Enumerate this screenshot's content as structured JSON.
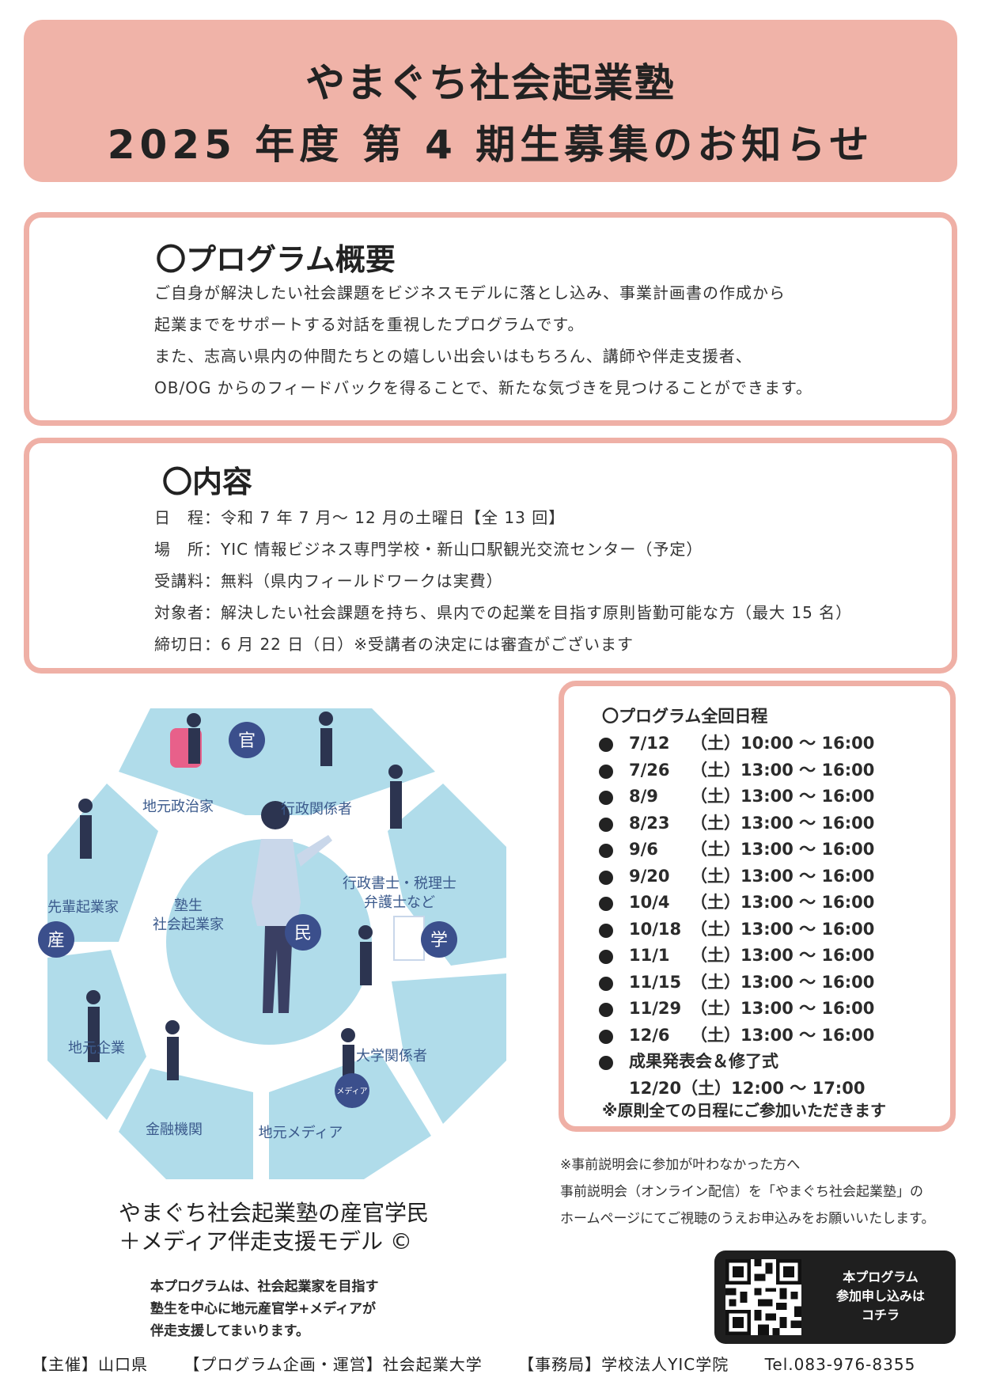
{
  "header": {
    "line1": "やまぐち社会起業塾",
    "line2": "2025 年度 第 4 期生募集のお知らせ"
  },
  "overview": {
    "title": "〇プログラム概要",
    "lines": [
      "ご自身が解決したい社会課題をビジネスモデルに落とし込み、事業計画書の作成から",
      "起業までをサポートする対話を重視したプログラムです。",
      "また、志高い県内の仲間たちとの嬉しい出会いはもちろん、講師や伴走支援者、",
      "OB/OG からのフィードバックを得ることで、新たな気づきを見つけることができます。"
    ]
  },
  "content": {
    "title": "〇内容",
    "lines": [
      "日　程：令和 7 年 7 月～ 12 月の土曜日【全 13 回】",
      "場　所：YIC 情報ビジネス専門学校・新山口駅観光交流センター（予定）",
      "受講料：無料（県内フィールドワークは実費）",
      "対象者：解決したい社会課題を持ち、県内での起業を目指す原則皆勤可能な方（最大 15 名）",
      "締切日：6 月 22 日（日）※受講者の決定には審査がございます"
    ]
  },
  "schedule": {
    "title": "〇プログラム全回日程",
    "items": [
      {
        "date": "7/12",
        "time": "（土）10:00 ～ 16:00"
      },
      {
        "date": "7/26",
        "time": "（土）13:00 ～ 16:00"
      },
      {
        "date": "8/9",
        "time": "（土）13:00 ～ 16:00"
      },
      {
        "date": "8/23",
        "time": "（土）13:00 ～ 16:00"
      },
      {
        "date": "9/6",
        "time": "（土）13:00 ～ 16:00"
      },
      {
        "date": "9/20",
        "time": "（土）13:00 ～ 16:00"
      },
      {
        "date": "10/4",
        "time": "（土）13:00 ～ 16:00"
      },
      {
        "date": "10/18",
        "time": "（土）13:00 ～ 16:00"
      },
      {
        "date": "11/1",
        "time": "（土）13:00 ～ 16:00"
      },
      {
        "date": "11/15",
        "time": "（土）13:00 ～ 16:00"
      },
      {
        "date": "11/29",
        "time": "（土）13:00 ～ 16:00"
      },
      {
        "date": "12/6",
        "time": "（土）13:00 ～ 16:00"
      }
    ],
    "final_label": "成果発表会＆修了式",
    "final_time": "12/20（土）12:00 ～ 17:00",
    "note": "※原則全ての日程にご参加いただきます"
  },
  "diagram": {
    "center_label_1": "塾生",
    "center_label_2": "社会起業家",
    "center_badge": "民",
    "badge_kan": "官",
    "badge_gaku": "学",
    "badge_san": "産",
    "badge_media": "メディア",
    "seg_politician": "地元政治家",
    "seg_admin": "行政関係者",
    "seg_lawyer_1": "行政書士・税理士",
    "seg_lawyer_2": "弁護士など",
    "seg_university": "大学関係者",
    "seg_media": "地元メディア",
    "seg_finance": "金融機関",
    "seg_company": "地元企業",
    "seg_senior": "先輩起業家",
    "colors": {
      "segment": "#b0dcea",
      "badge": "#3b4f8c",
      "label": "#3b5a8c"
    }
  },
  "model": {
    "title_1": "やまぐち社会起業塾の産官学民",
    "title_2": "＋メディア伴走支援モデル ©",
    "desc_1": "本プログラムは、社会起業家を目指す",
    "desc_2": "塾生を中心に地元産官学+メディアが",
    "desc_3": "伴走支援してまいります。"
  },
  "prenote": {
    "line1": "※事前説明会に参加が叶わなかった方へ",
    "line2": "事前説明会（オンライン配信）を「やまぐち社会起業塾」の",
    "line3": "ホームページにてご視聴のうえお申込みをお願いいたします。"
  },
  "apply": {
    "line1": "本プログラム",
    "line2": "参加申し込みは",
    "line3": "コチラ"
  },
  "footer": {
    "host": "【主催】山口県",
    "planner": "【プログラム企画・運営】社会起業大学",
    "office": "【事務局】学校法人YIC学院",
    "tel": "Tel.083-976-8355"
  },
  "colors": {
    "header_bg": "#f0b3a8",
    "panel_border": "#efb0a6"
  }
}
